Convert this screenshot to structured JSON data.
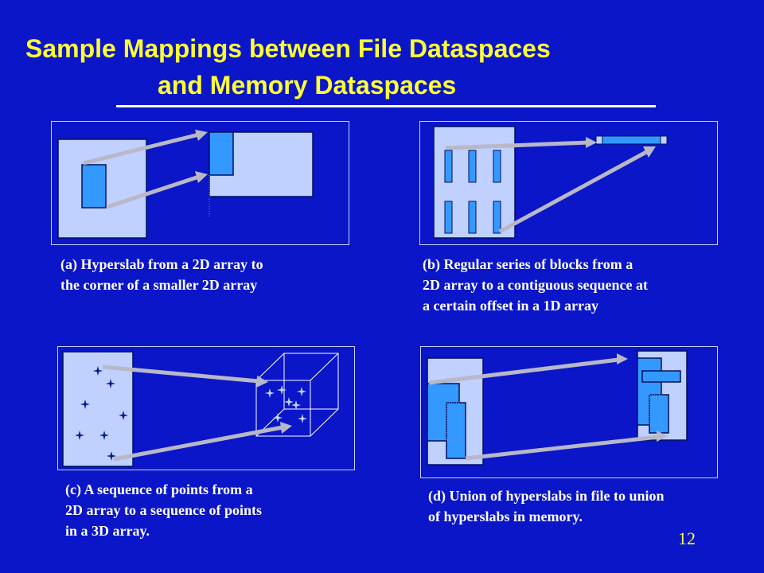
{
  "slide": {
    "title_line1": "Sample Mappings between File Dataspaces",
    "title_line2": "and Memory Dataspaces",
    "page_number": "12"
  },
  "captions": {
    "a_line1": "(a) Hyperslab from a 2D array to",
    "a_line2": "the corner of a smaller 2D array",
    "b_line1": "(b) Regular series of blocks from a",
    "b_line2": "2D array to a contiguous sequence at",
    "b_line3": "a certain offset in a 1D array",
    "c_line1": "(c) A sequence of points from a",
    "c_line2": "2D array  to a sequence of points",
    "c_line3": "in a 3D array.",
    "d_line1": "(d) Union of hyperslabs in file to union",
    "d_line2": "of hyperslabs in memory."
  },
  "colors": {
    "background": "#0a16c8",
    "title": "#ffff33",
    "array_fill": "#c0d0ff",
    "selection_fill": "#3399ff",
    "arrow": "#b8b8c8",
    "caption": "#ffffff"
  }
}
